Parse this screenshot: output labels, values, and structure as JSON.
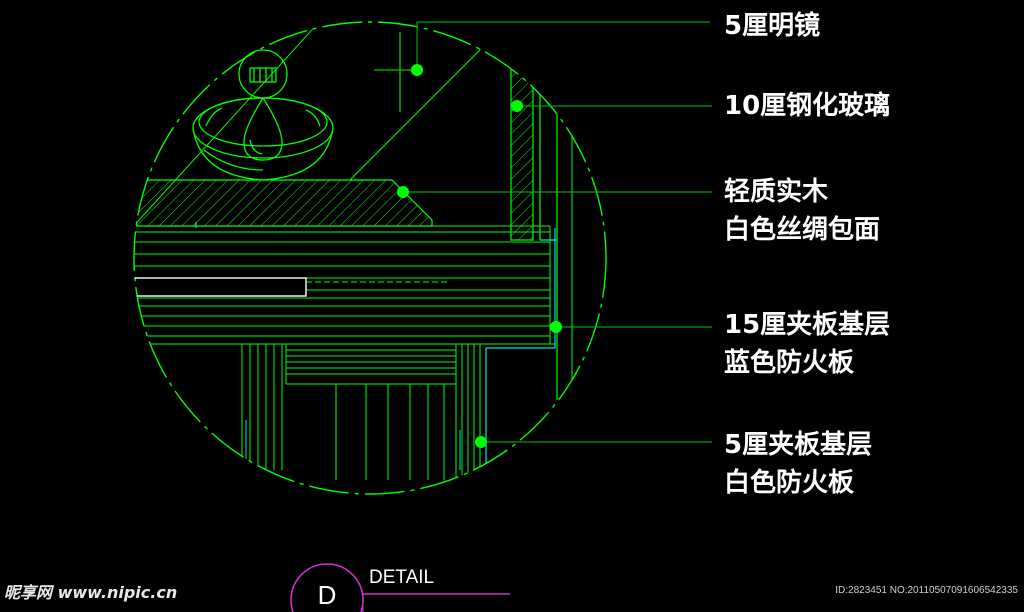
{
  "labels": [
    {
      "lines": [
        "5厘明镜"
      ]
    },
    {
      "lines": [
        "10厘钢化玻璃"
      ]
    },
    {
      "lines": [
        "轻质实木",
        "白色丝绸包面"
      ]
    },
    {
      "lines": [
        "15厘夹板基层",
        "蓝色防火板"
      ]
    },
    {
      "lines": [
        "5厘夹板基层",
        "白色防火板"
      ]
    }
  ],
  "detail": {
    "word": "DETAIL",
    "letter": "D"
  },
  "watermark": {
    "site": "昵享网 www.nipic.cn",
    "id_line": "ID:2823451 NO:20110507091606542335"
  },
  "colors": {
    "background": "#000000",
    "green": "#00ff00",
    "leader": "#00c800",
    "dot": "#00ff00",
    "cyan": "#00e5e5",
    "white": "#ffffff",
    "magenta": "#cc33cc"
  }
}
